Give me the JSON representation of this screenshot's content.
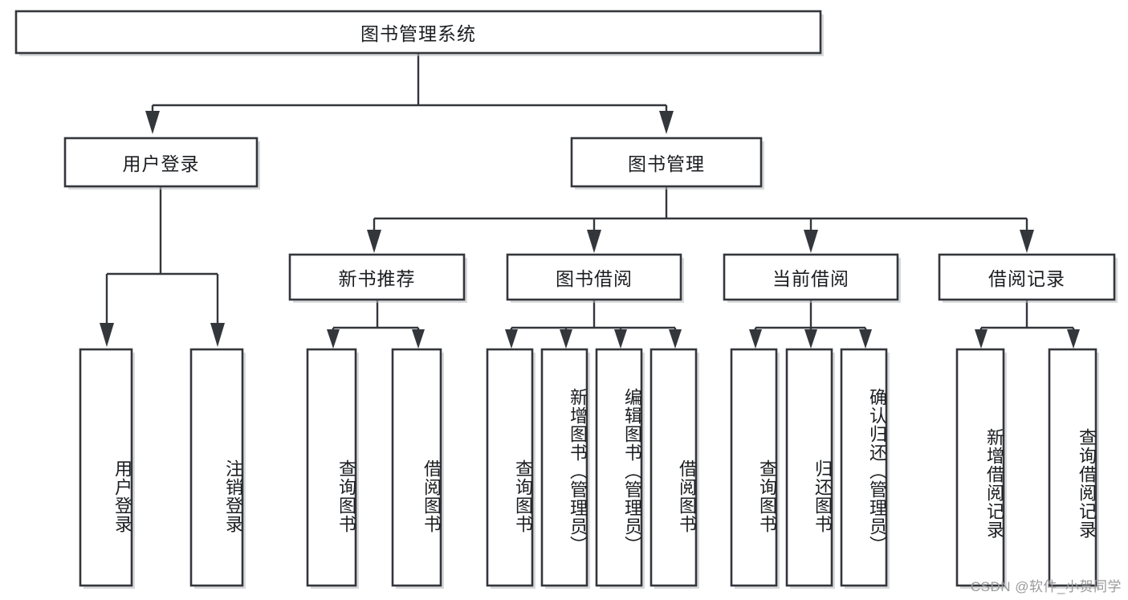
{
  "diagram": {
    "title": "图书管理系统",
    "type": "tree",
    "watermark": "CSDN @软件_小贺同学",
    "colors": {
      "box_stroke": "#33363b",
      "box_fill": "#ffffff",
      "text": "#1b1d20",
      "background": "#ffffff",
      "watermark": "#9a9a9a"
    },
    "nodes": {
      "root": {
        "label": "图书管理系统"
      },
      "level1": [
        {
          "id": "user-login",
          "label": "用户登录"
        },
        {
          "id": "book-management",
          "label": "图书管理"
        }
      ],
      "level2": [
        {
          "id": "new-book-recommend",
          "label": "新书推荐"
        },
        {
          "id": "book-borrow",
          "label": "图书借阅"
        },
        {
          "id": "current-borrow",
          "label": "当前借阅"
        },
        {
          "id": "borrow-record",
          "label": "借阅记录"
        }
      ],
      "leaves": {
        "user-login": [
          {
            "id": "leaf-user-login",
            "label": "用户登录"
          },
          {
            "id": "leaf-logout",
            "label": "注销登录"
          }
        ],
        "new-book-recommend": [
          {
            "id": "leaf-query-book-1",
            "label": "查询图书"
          },
          {
            "id": "leaf-borrow-book-1",
            "label": "借阅图书"
          }
        ],
        "book-borrow": [
          {
            "id": "leaf-query-book-2",
            "label": "查询图书"
          },
          {
            "id": "leaf-add-book",
            "label": "新增图书（管理员）"
          },
          {
            "id": "leaf-edit-book",
            "label": "编辑图书（管理员）"
          },
          {
            "id": "leaf-borrow-book-2",
            "label": "借阅图书"
          }
        ],
        "current-borrow": [
          {
            "id": "leaf-query-book-3",
            "label": "查询图书"
          },
          {
            "id": "leaf-return-book",
            "label": "归还图书"
          },
          {
            "id": "leaf-confirm-return",
            "label": "确认归还（管理员）"
          }
        ],
        "borrow-record": [
          {
            "id": "leaf-add-record",
            "label": "新增借阅记录"
          },
          {
            "id": "leaf-query-record",
            "label": "查询借阅记录"
          }
        ]
      }
    }
  }
}
